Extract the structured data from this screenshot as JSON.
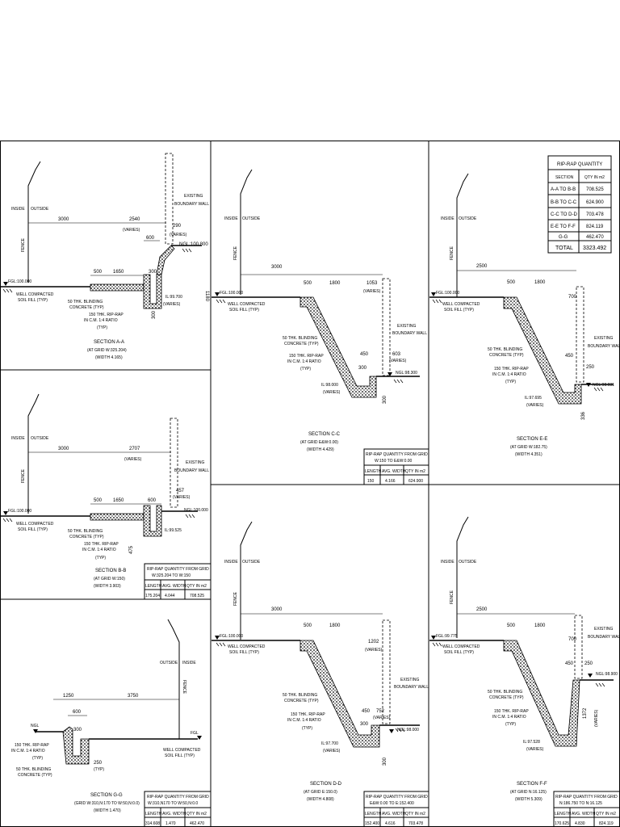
{
  "labels": {
    "inside": "INSIDE",
    "outside": "OUTSIDE",
    "fence": "FENCE",
    "existing": "EXISTING",
    "boundary_wall": "BOUNDARY WALL",
    "well_compacted": "WELL COMPACTED",
    "soil_fill": "SOIL FILL (TYP)",
    "blinding_1": "50 THK. BLINDING",
    "blinding_2": "CONCRETE (TYP)",
    "riprap_1": "150 THK. RIP-RAP",
    "riprap_2": "IN C.M. 1:4 RATIO",
    "typ": "(TYP)",
    "varies": "(VARIES)",
    "typ_small": "(TYP)"
  },
  "quantity_table": {
    "title": "RIP-RAP QUANTITY",
    "col_section": "SECTION",
    "col_qty": "QTY IN m2",
    "rows": [
      {
        "section": "A-A TO B-B",
        "qty": "708.525"
      },
      {
        "section": "B-B TO C-C",
        "qty": "624.900"
      },
      {
        "section": "C-C TO D-D",
        "qty": "703.478"
      },
      {
        "section": "E-E TO F-F",
        "qty": "824.119"
      },
      {
        "section": "G-G",
        "qty": "462.470"
      }
    ],
    "total_label": "TOTAL",
    "total_value": "3323.492"
  },
  "col_headers": {
    "length": "LENGTH",
    "avg_width": "AVG. WIDTH",
    "qty": "QTY IN m2"
  },
  "sections": {
    "aa": {
      "title": "SECTION A-A",
      "grid": "(AT GRID W:325.204)",
      "width": "(WIDTH 4.165)",
      "dims": {
        "d3000": "3000",
        "d2540": "2540",
        "d290": "290",
        "d600": "600",
        "d500": "500",
        "d1650": "1650",
        "d300": "300",
        "d300v": "300",
        "d1180": "1180"
      },
      "levels": {
        "fgl": "FGL:100.000",
        "ngl": "NGL:100.800",
        "il": "IL:99.700"
      }
    },
    "bb": {
      "title": "SECTION B-B",
      "grid": "(AT GRID W:150)",
      "width": "(WIDTH 3.903)",
      "dims": {
        "d3000": "3000",
        "d2707": "2707",
        "d457": "457",
        "d600": "600",
        "d500": "500",
        "d1650": "1650",
        "d475": "475"
      },
      "levels": {
        "fgl": "FGL:100.000",
        "ngl": "NGL:100.000",
        "il": "IL:99.525"
      },
      "table": {
        "title_1": "RIP-RAP QUANTITY FROM GRID",
        "title_2": "W:325.204 TO W:150",
        "length": "175.204",
        "avg_width": "4.044",
        "qty": "708.525"
      }
    },
    "cc": {
      "title": "SECTION C-C",
      "grid": "(AT GRID E&W:0.00)",
      "width": "(WIDTH 4.429)",
      "dims": {
        "d3000": "3000",
        "d500": "500",
        "d1800": "1800",
        "d1053": "1053",
        "d450": "450",
        "d603": "603",
        "d300": "300",
        "d300v": "300"
      },
      "levels": {
        "fgl": "FGL:100.000",
        "ngl": "NGL:98.300",
        "il": "IL:98.000"
      },
      "table": {
        "title_1": "RIP-RAP QUANTITY FROM GRID",
        "title_2": "W:150 TO E&W:0.00",
        "length": "150",
        "avg_width": "4.166",
        "qty": "624.900"
      }
    },
    "dd": {
      "title": "SECTION D-D",
      "grid": "(AT GRID E:150.0)",
      "width": "(WIDTH 4.808)",
      "dims": {
        "d3000": "3000",
        "d500": "500",
        "d1800": "1800",
        "d1202": "1202",
        "d450": "450",
        "d752": "752",
        "d300": "300",
        "d300v": "300"
      },
      "levels": {
        "fgl": "FGL:100.000",
        "ngl": "NGL:98.000",
        "il": "IL:97.700"
      },
      "table": {
        "title_1": "RIP-RAP QUANTITY FROM GRID",
        "title_2": "E&W:0.00 TO E:152.400",
        "length": "152.400",
        "avg_width": "4.616",
        "qty": "703.478"
      }
    },
    "ee": {
      "title": "SECTION E-E",
      "grid": "(AT GRID W:182.75)",
      "width": "(WIDTH 4.351)",
      "dims": {
        "d2500": "2500",
        "d500": "500",
        "d1800": "1800",
        "d700": "700",
        "d450": "450",
        "d250": "250",
        "d336": "336"
      },
      "levels": {
        "fgl": "FGL:100.000",
        "ngl": "NGL:98.031",
        "il": "IL:97.695"
      }
    },
    "ff": {
      "title": "SECTION F-F",
      "grid": "(AT GRID N:16.125)",
      "width": "(WIDTH 5.309)",
      "dims": {
        "d2500": "2500",
        "d500": "500",
        "d1800": "1800",
        "d700": "700",
        "d450": "450",
        "d250": "250",
        "d1372": "1372"
      },
      "levels": {
        "fgl": "FGL:99.775",
        "ngl": "NGL:98.900",
        "il": "IL:97.528"
      },
      "table": {
        "title_1": "RIP-RAP QUANTITY FROM GRID",
        "title_2": "N:186.750 TO N:16.125",
        "length": "170.625",
        "avg_width": "4.830",
        "qty": "824.119"
      }
    },
    "gg": {
      "title": "SECTION G-G",
      "grid": "(GRID W:310,N:170 TO W:50,N:0.0)",
      "width": "(WIDTH 1.470)",
      "dims": {
        "d1250": "1250",
        "d3750": "3750",
        "d600": "600",
        "d300": "300",
        "d250": "250"
      },
      "levels": {
        "ngl": "NGL",
        "fgl": "FGL"
      },
      "table": {
        "title_1": "RIP-RAP QUANTITY FROM GRID",
        "title_2": "W:310,N170 TO W:50,N:0.0",
        "length": "314.608",
        "avg_width": "1.470",
        "qty": "462.470"
      }
    }
  }
}
